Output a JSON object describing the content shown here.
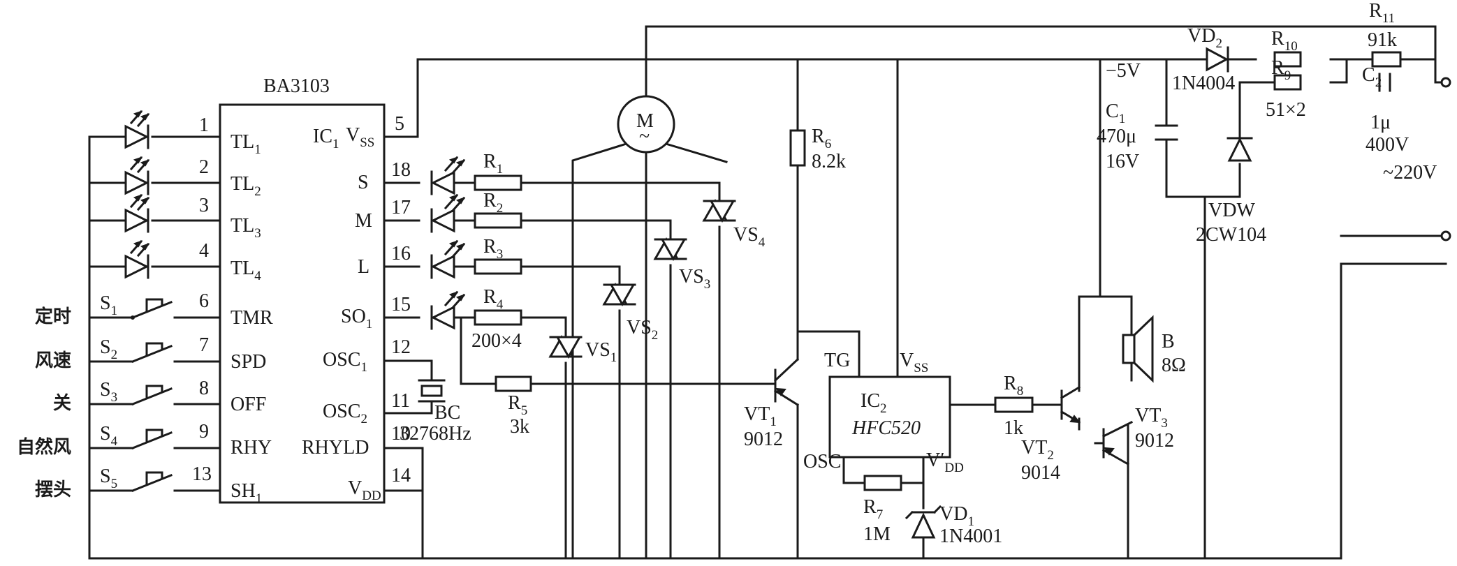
{
  "ic1": {
    "part": "BA3103",
    "ref": "IC",
    "ref_sub": "1",
    "pins": [
      {
        "n": "1",
        "name": "TL",
        "sub": "1"
      },
      {
        "n": "2",
        "name": "TL",
        "sub": "2"
      },
      {
        "n": "3",
        "name": "TL",
        "sub": "3"
      },
      {
        "n": "4",
        "name": "TL",
        "sub": "4"
      },
      {
        "n": "6",
        "name": "TMR",
        "sub": ""
      },
      {
        "n": "7",
        "name": "SPD",
        "sub": ""
      },
      {
        "n": "8",
        "name": "OFF",
        "sub": ""
      },
      {
        "n": "9",
        "name": "RHY",
        "sub": ""
      },
      {
        "n": "13",
        "name": "SH",
        "sub": "1"
      },
      {
        "n": "5",
        "name": "V",
        "sub": "SS"
      },
      {
        "n": "18",
        "name": "S",
        "sub": ""
      },
      {
        "n": "17",
        "name": "M",
        "sub": ""
      },
      {
        "n": "16",
        "name": "L",
        "sub": ""
      },
      {
        "n": "15",
        "name": "SO",
        "sub": "1"
      },
      {
        "n": "12",
        "name": "OSC",
        "sub": "1"
      },
      {
        "n": "11",
        "name": "OSC",
        "sub": "2"
      },
      {
        "n": "10",
        "name": "RHYLD",
        "sub": ""
      },
      {
        "n": "14",
        "name": "V",
        "sub": "DD"
      }
    ]
  },
  "switches": [
    {
      "ref": "S",
      "sub": "1",
      "label": "定时"
    },
    {
      "ref": "S",
      "sub": "2",
      "label": "风速"
    },
    {
      "ref": "S",
      "sub": "3",
      "label": "关"
    },
    {
      "ref": "S",
      "sub": "4",
      "label": "自然风"
    },
    {
      "ref": "S",
      "sub": "5",
      "label": "摆头"
    }
  ],
  "resistors": [
    {
      "ref": "R",
      "sub": "1",
      "value": ""
    },
    {
      "ref": "R",
      "sub": "2",
      "value": ""
    },
    {
      "ref": "R",
      "sub": "3",
      "value": ""
    },
    {
      "ref": "R",
      "sub": "4",
      "value": "200×4"
    },
    {
      "ref": "R",
      "sub": "5",
      "value": "3k"
    },
    {
      "ref": "R",
      "sub": "6",
      "value": "8.2k"
    },
    {
      "ref": "R",
      "sub": "7",
      "value": "1M"
    },
    {
      "ref": "R",
      "sub": "8",
      "value": "1k"
    },
    {
      "ref": "R",
      "sub": "9",
      "value": "51×2"
    },
    {
      "ref": "R",
      "sub": "10",
      "value": ""
    },
    {
      "ref": "R",
      "sub": "11",
      "value": "91k"
    }
  ],
  "triacs": [
    {
      "ref": "VS",
      "sub": "1"
    },
    {
      "ref": "VS",
      "sub": "2"
    },
    {
      "ref": "VS",
      "sub": "3"
    },
    {
      "ref": "VS",
      "sub": "4"
    }
  ],
  "motor": {
    "letter": "M",
    "symbol": "~"
  },
  "crystal": {
    "ref": "BC",
    "value": "32768Hz"
  },
  "ic2": {
    "ref": "IC",
    "sub": "2",
    "part": "HFC520",
    "tg": "TG",
    "vss": "V",
    "vss_sub": "SS",
    "osc": "OSC",
    "vdd": "V′",
    "vdd_sub": "DD"
  },
  "transistors": [
    {
      "ref": "VT",
      "sub": "1",
      "part": "9012"
    },
    {
      "ref": "VT",
      "sub": "2",
      "part": "9014"
    },
    {
      "ref": "VT",
      "sub": "3",
      "part": "9012"
    }
  ],
  "speaker": {
    "ref": "B",
    "value": "8Ω"
  },
  "vd1": {
    "ref": "VD",
    "sub": "1",
    "part": "1N4001"
  },
  "vd2": {
    "ref": "VD",
    "sub": "2",
    "part": "1N4004"
  },
  "c1": {
    "ref": "C",
    "sub": "1",
    "value": "470μ",
    "voltage": "16V",
    "rail": "−5V"
  },
  "c2": {
    "ref": "C",
    "sub": "2",
    "value": "1μ",
    "voltage": "400V"
  },
  "vdw": {
    "ref": "VDW",
    "part": "2CW104"
  },
  "mains": {
    "label": "~220V"
  }
}
